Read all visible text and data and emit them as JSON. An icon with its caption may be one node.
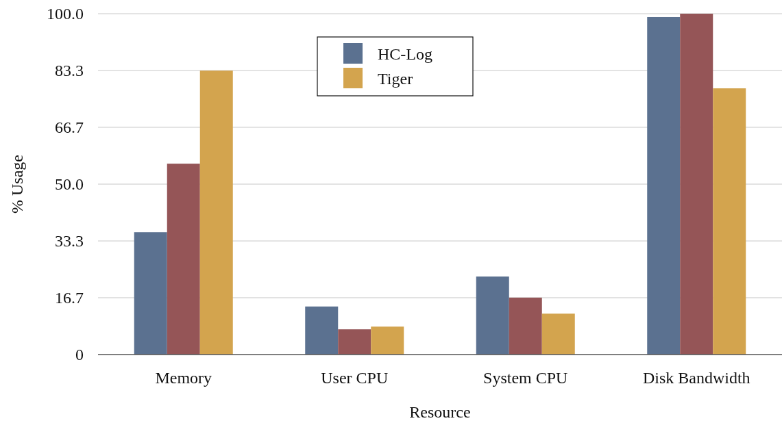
{
  "diagram": {
    "chart_data": {
      "type": "bar",
      "xlabel": "Resource",
      "ylabel": "% Usage",
      "categories": [
        "Memory",
        "User CPU",
        "System CPU",
        "Disk Bandwidth"
      ],
      "series": [
        {
          "name": "HC-Log",
          "color": "#5b7190",
          "values": [
            35.9,
            14.1,
            22.9,
            99.0
          ]
        },
        {
          "name": null,
          "color": "#955557",
          "values": [
            56.0,
            7.4,
            16.7,
            100.0
          ]
        },
        {
          "name": "Tiger",
          "color": "#d3a44e",
          "values": [
            83.3,
            8.2,
            12.0,
            78.1
          ]
        }
      ],
      "ylim": [
        0,
        100
      ],
      "yticks": [
        0,
        {
          "value": 16.67,
          "label": "16.7"
        },
        {
          "value": 33.33,
          "label": "33.3"
        },
        {
          "value": 50,
          "label": "50.0"
        },
        {
          "value": 66.67,
          "label": "66.7"
        },
        {
          "value": 83.33,
          "label": "83.3"
        },
        {
          "value": 100,
          "label": "100.0"
        }
      ],
      "grid": true,
      "legend": "top"
    }
  }
}
